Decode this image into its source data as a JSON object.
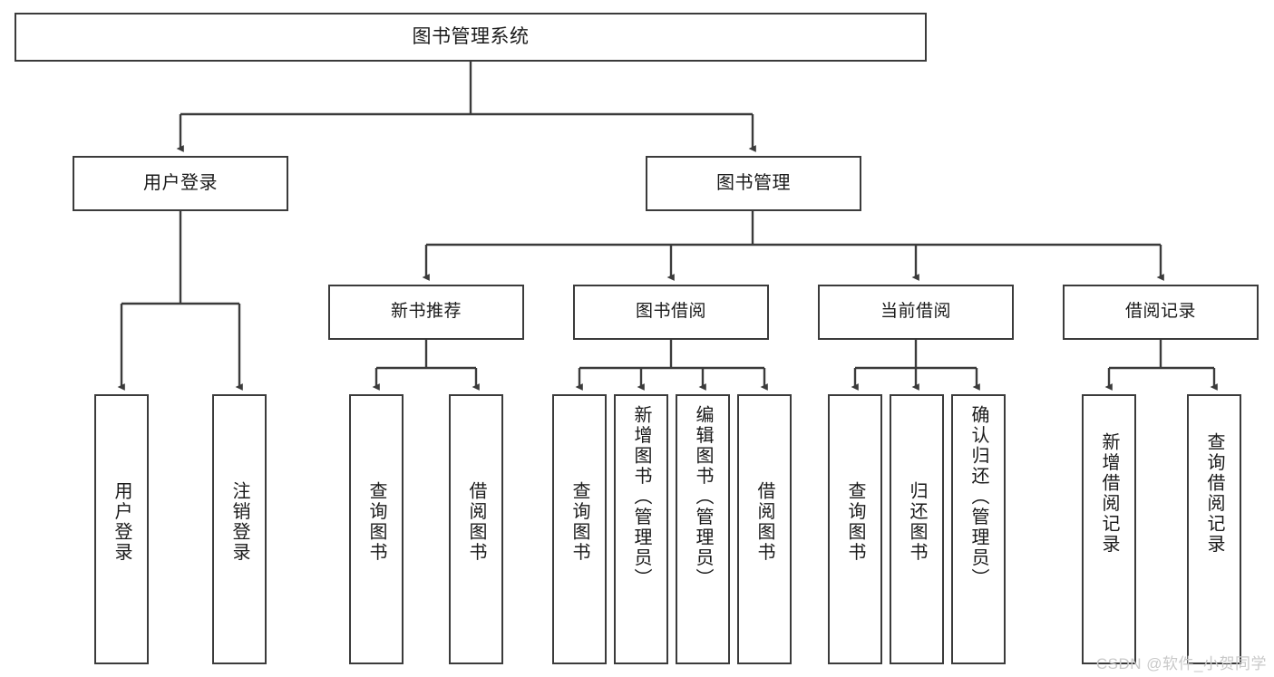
{
  "diagram": {
    "title": "图书管理系统",
    "type": "tree",
    "watermark": "CSDN @软件_小贺同学",
    "colors": {
      "stroke": "#3b3b3b",
      "fill": "#ffffff",
      "text": "#1a1a1a",
      "watermark": "#c9c9c9"
    },
    "root": {
      "label": "图书管理系统"
    },
    "level1": [
      {
        "label": "用户登录"
      },
      {
        "label": "图书管理"
      }
    ],
    "level2": [
      {
        "label": "新书推荐"
      },
      {
        "label": "图书借阅"
      },
      {
        "label": "当前借阅"
      },
      {
        "label": "借阅记录"
      }
    ],
    "leaves": {
      "user_login": [
        {
          "label": "用户登录"
        },
        {
          "label": "注销登录"
        }
      ],
      "new_book": [
        {
          "label": "查询图书"
        },
        {
          "label": "借阅图书"
        }
      ],
      "book_borrow": [
        {
          "label": "查询图书"
        },
        {
          "label": "新增图书（管理员）"
        },
        {
          "label": "编辑图书（管理员）"
        },
        {
          "label": "借阅图书"
        }
      ],
      "current_borrow": [
        {
          "label": "查询图书"
        },
        {
          "label": "归还图书"
        },
        {
          "label": "确认归还（管理员）"
        }
      ],
      "borrow_record": [
        {
          "label": "新增借阅记录"
        },
        {
          "label": "查询借阅记录"
        }
      ]
    }
  }
}
